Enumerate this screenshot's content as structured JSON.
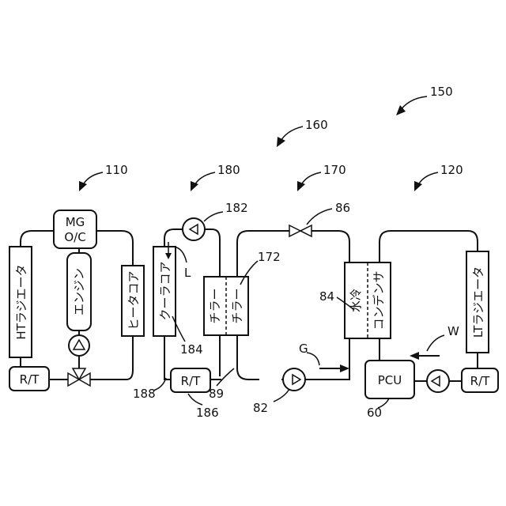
{
  "refs": {
    "r150": "150",
    "r160": "160",
    "r110": "110",
    "r180": "180",
    "r170": "170",
    "r120": "120",
    "r182": "182",
    "r86": "86",
    "r172": "172",
    "r84": "84",
    "r184": "184",
    "r188": "188",
    "r89": "89",
    "r186": "186",
    "r82": "82",
    "r60": "60"
  },
  "labels": {
    "mg_line1": "MG",
    "mg_line2": "O/C",
    "engine": "エンジン",
    "heater_core": "ヒータコア",
    "ht_radiator": "HTラジエータ",
    "cooler_core": "クーラコア",
    "chiller_top": "チラー",
    "chiller_bottom": "チラー",
    "condenser_left": "水冷",
    "condenser_right": "コンデンサ",
    "lt_radiator": "LTラジエータ",
    "rt_left": "R/T",
    "rt_mid": "R/T",
    "rt_right": "R/T",
    "pcu": "PCU",
    "flow_L": "L",
    "flow_G": "G",
    "flow_W": "W"
  }
}
